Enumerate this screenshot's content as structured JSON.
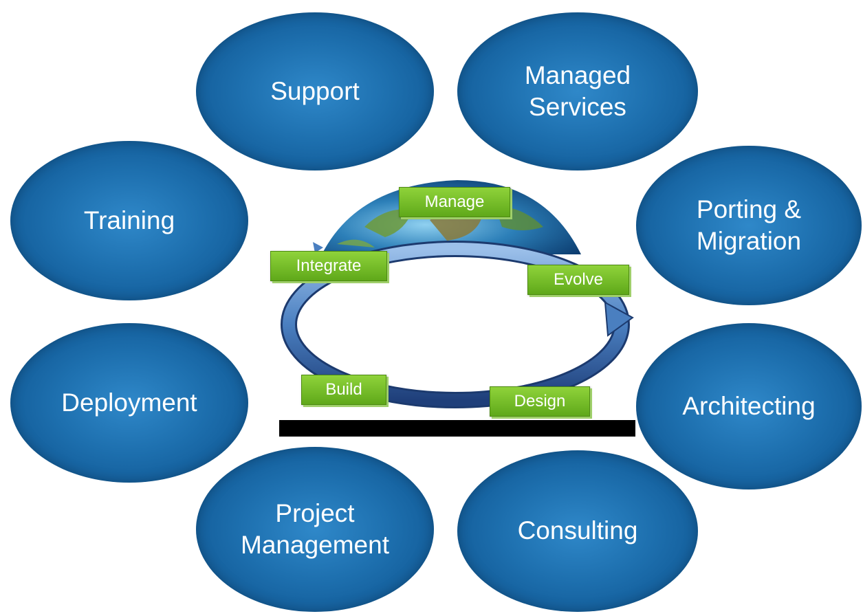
{
  "colors": {
    "ellipse": "#1d6fae",
    "tag": "#6dbb22",
    "arrow": "#4a7fc0",
    "text": "#ffffff"
  },
  "services": {
    "support": "Support",
    "managed_services": "Managed\nServices",
    "training": "Training",
    "porting_migration": "Porting &\nMigration",
    "deployment": "Deployment",
    "architecting": "Architecting",
    "project_management": "Project\nManagement",
    "consulting": "Consulting"
  },
  "cycle": {
    "manage": "Manage",
    "integrate": "Integrate",
    "evolve": "Evolve",
    "build": "Build",
    "design": "Design"
  },
  "icons": {
    "center": "globe-icon",
    "cycle": "circular-arrow-icon"
  }
}
